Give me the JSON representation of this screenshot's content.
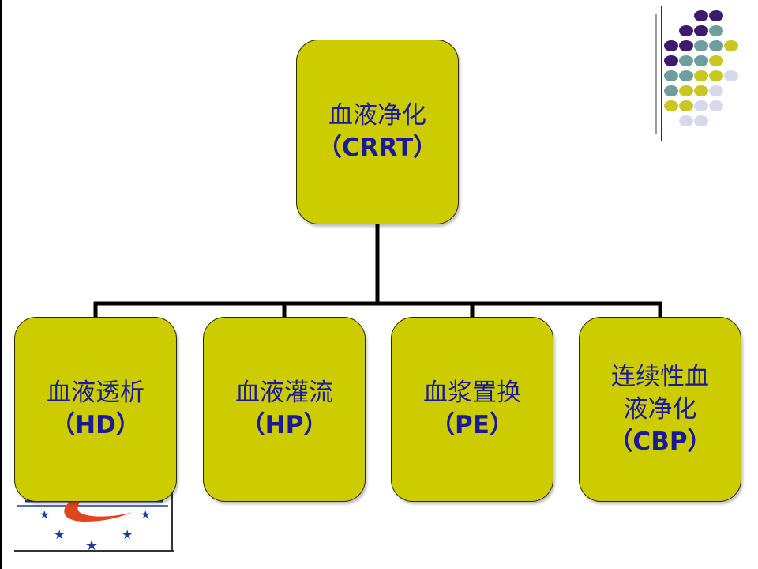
{
  "diagram": {
    "root": {
      "name": "血液净化",
      "abbr": "（CRRT）"
    },
    "children": [
      {
        "id": "hd",
        "lines": [
          "血液透析"
        ],
        "abbr": "（HD）"
      },
      {
        "id": "hp",
        "lines": [
          "血液灌流"
        ],
        "abbr": "（HP）"
      },
      {
        "id": "pe",
        "lines": [
          "血浆置换"
        ],
        "abbr": "（PE）"
      },
      {
        "id": "cbp",
        "lines": [
          "连续性血",
          "液净化"
        ],
        "abbr": "（CBP）"
      }
    ]
  },
  "colors": {
    "node_fill": "#cccc00",
    "node_text": "#1a1a99",
    "connector": "#000000",
    "dot_purple": "#3d1a6e",
    "dot_teal": "#6e9e9e",
    "dot_olive": "#c8c820",
    "dot_lavender": "#d8d8ec"
  }
}
